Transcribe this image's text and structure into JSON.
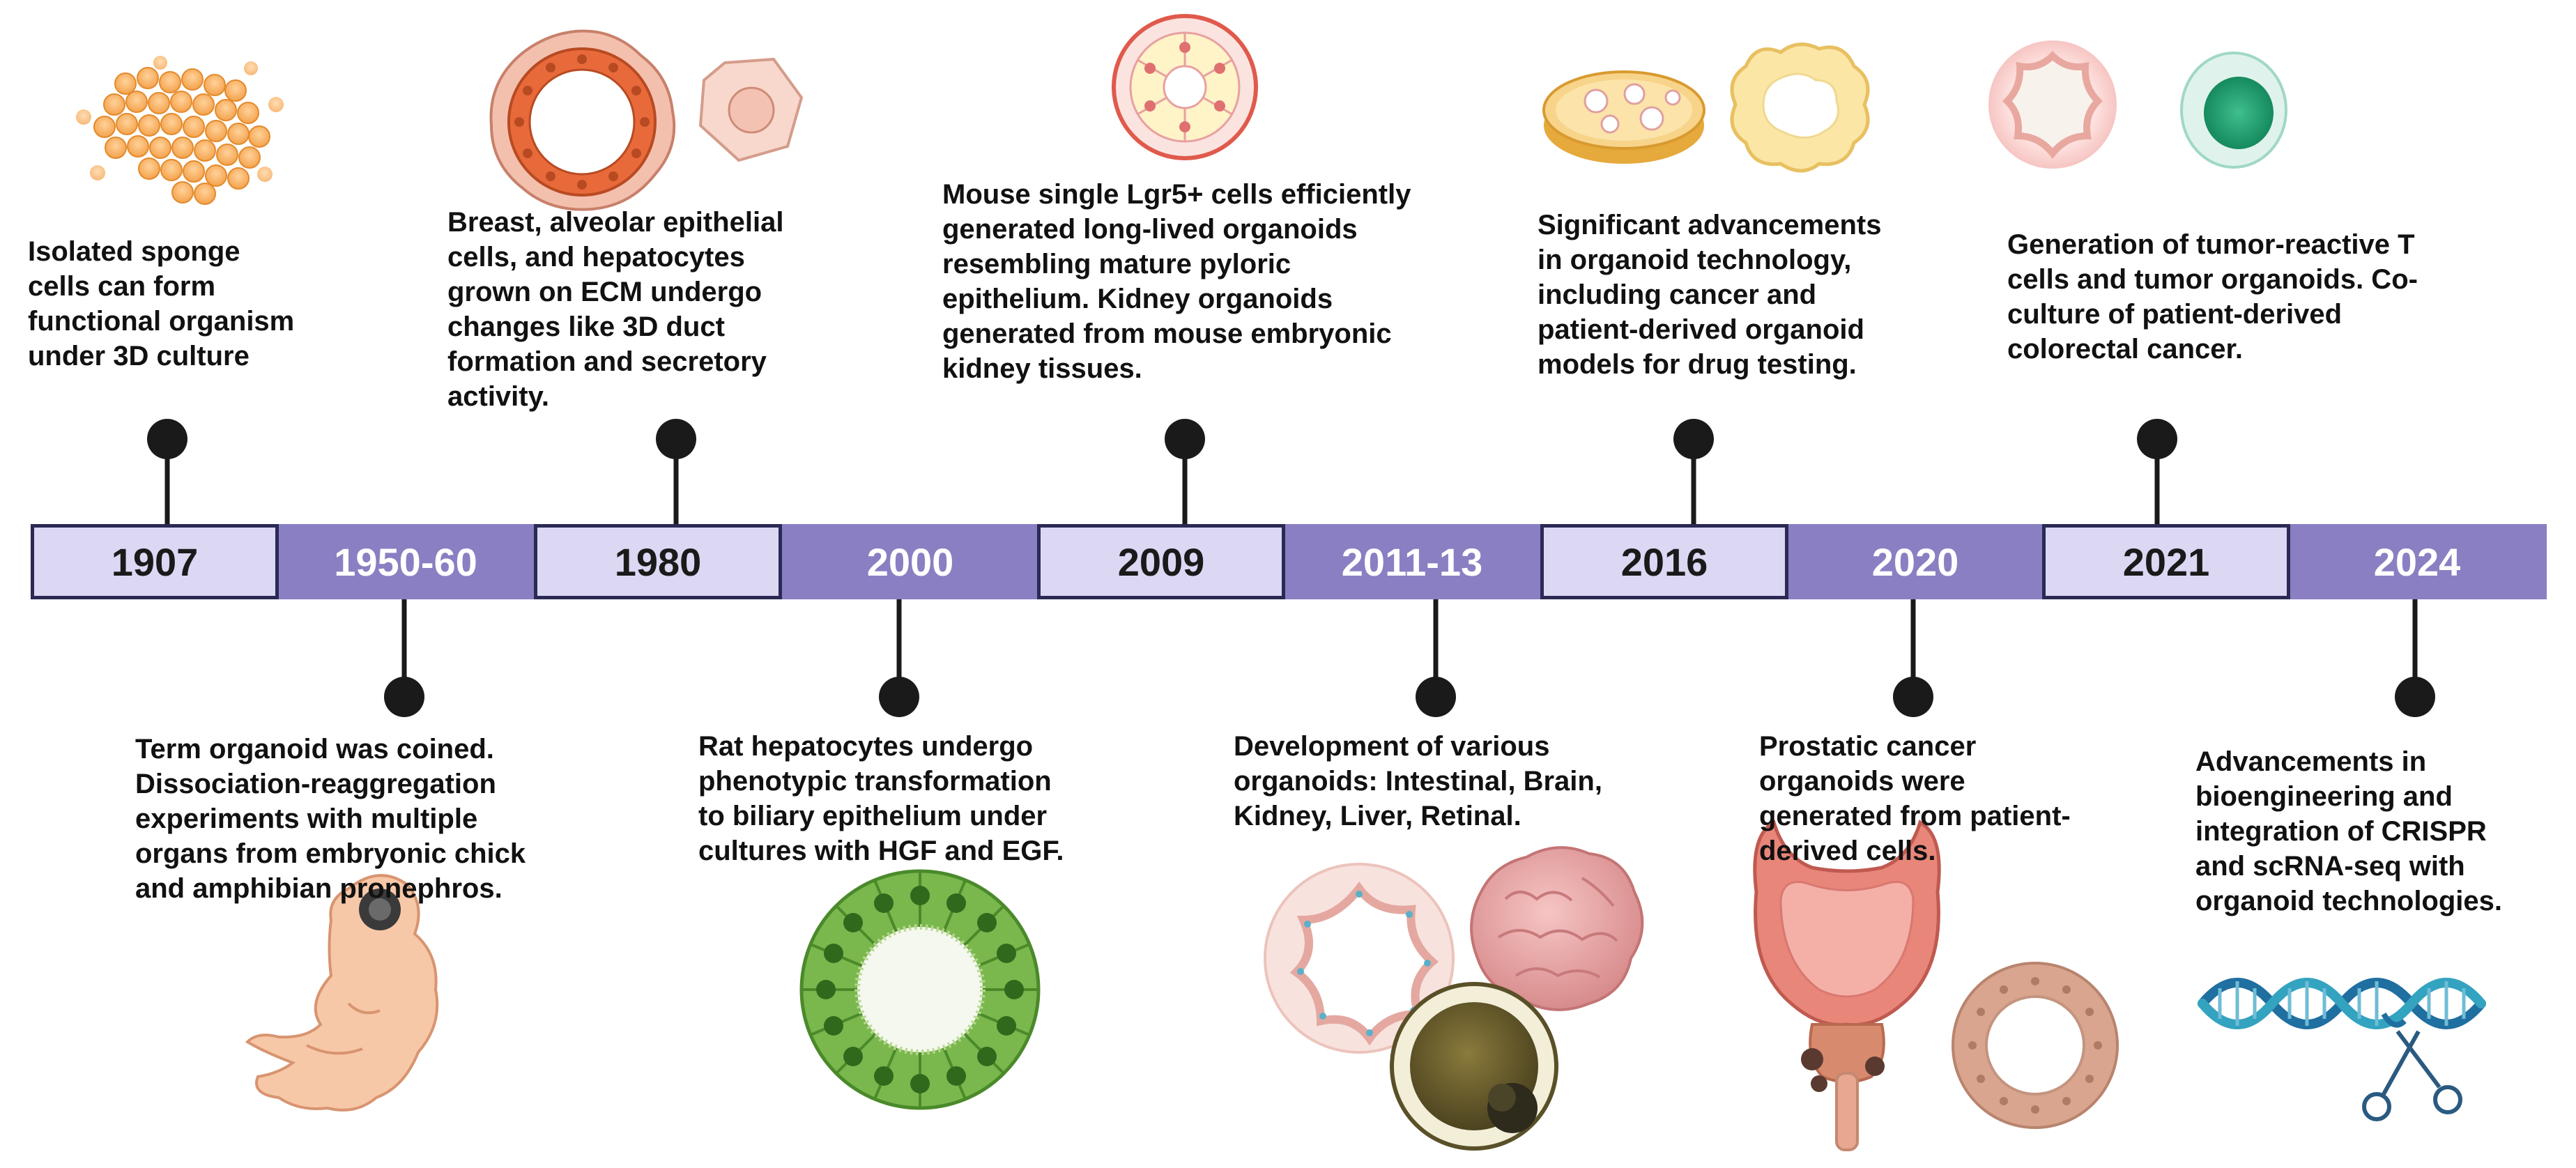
{
  "timeline": {
    "years": [
      {
        "label": "1907",
        "style": "light"
      },
      {
        "label": "1950-60",
        "style": "dark"
      },
      {
        "label": "1980",
        "style": "light"
      },
      {
        "label": "2000",
        "style": "dark"
      },
      {
        "label": "2009",
        "style": "light"
      },
      {
        "label": "2011-13",
        "style": "dark"
      },
      {
        "label": "2016",
        "style": "light"
      },
      {
        "label": "2020",
        "style": "dark"
      },
      {
        "label": "2021",
        "style": "light"
      },
      {
        "label": "2024",
        "style": "dark"
      }
    ],
    "events_above": [
      {
        "year": "1907",
        "text": "Isolated sponge\ncells can  form\nfunctional organism\nunder 3D culture"
      },
      {
        "year": "1980",
        "text": "Breast, alveolar epithelial\ncells, and hepatocytes\ngrown on ECM undergo\nchanges like 3D duct\nformation and secretory\nactivity."
      },
      {
        "year": "2009",
        "text": "Mouse single Lgr5+ cells efficiently\ngenerated long-lived organoids\nresembling mature pyloric\nepithelium. Kidney organoids\ngenerated from mouse embryonic\nkidney tissues."
      },
      {
        "year": "2016",
        "text": "Significant advancements\nin organoid technology,\nincluding cancer and\npatient-derived organoid\nmodels for drug testing."
      },
      {
        "year": "2021",
        "text": "Generation of tumor-reactive T\ncells and tumor organoids. Co-\nculture of patient-derived\ncolorectal cancer."
      }
    ],
    "events_below": [
      {
        "year": "1950-60",
        "text": "Term organoid was coined.\nDissociation-reaggregation\nexperiments with multiple\norgans from embryonic chick\nand amphibian pronephros."
      },
      {
        "year": "2000",
        "text": "Rat hepatocytes undergo\nphenotypic transformation\nto biliary epithelium under\ncultures with HGF and EGF."
      },
      {
        "year": "2011-13",
        "text": "Development of various\norganoids: Intestinal, Brain,\nKidney, Liver, Retinal."
      },
      {
        "year": "2020",
        "text": "Prostatic cancer\norganoids were\ngenerated from patient-\nderived cells."
      },
      {
        "year": "2024",
        "text": "Advancements in\nbioengineering and\nintegration of CRISPR\nand scRNA-seq with\norganoid technologies."
      }
    ]
  },
  "colors": {
    "bar": "#8a7fc2",
    "bar_light": "#dcd7f3",
    "box_border": "#2a2a55",
    "connector": "#1a1a1a",
    "dna": "#1f6fa0"
  }
}
